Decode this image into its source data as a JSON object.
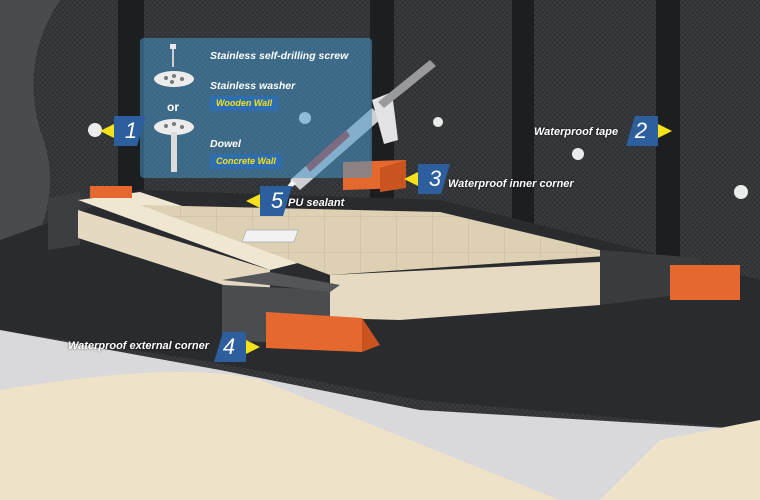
{
  "components": [
    {
      "number": "1",
      "label": ""
    },
    {
      "number": "2",
      "label": "Waterproof tape"
    },
    {
      "number": "3",
      "label": "Waterproof inner corner"
    },
    {
      "number": "4",
      "label": "Waterproof external corner"
    },
    {
      "number": "5",
      "label": "PU sealant"
    }
  ],
  "fixings": {
    "screw": "Stainless self-drilling screw",
    "washer": "Stainless washer",
    "or": "or",
    "wooden_wall": "Wooden Wall",
    "dowel": "Dowel",
    "concrete_wall": "Concrete Wall"
  },
  "colors": {
    "membrane": "#2f3033",
    "board_tile": "#e8dcc3",
    "orange_corner": "#e5692e",
    "marker_blue": "#2d5f9e",
    "arrow_yellow": "#f5e21b",
    "panel": "#4696c8"
  }
}
